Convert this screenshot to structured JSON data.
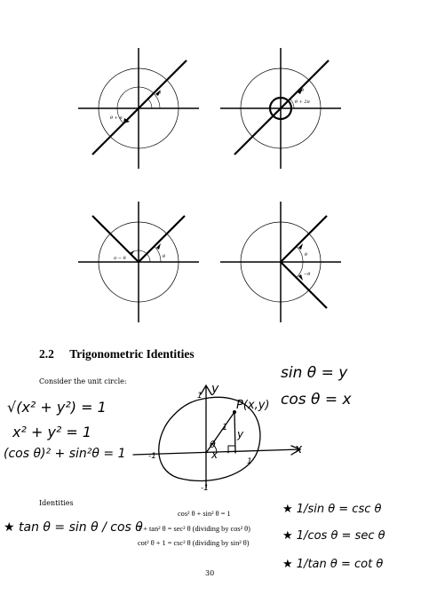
{
  "diagrams": {
    "top_left": {
      "label_theta": "θ",
      "label_theta_plus": "θ + π"
    },
    "top_right": {
      "label_theta": "θ",
      "label_theta_plus": "θ + 2π"
    },
    "bottom_left": {
      "label_theta": "θ",
      "label_pi_minus": "π − θ"
    },
    "bottom_right": {
      "label_theta": "θ",
      "label_neg_theta": "−θ"
    }
  },
  "section": {
    "number": "2.2",
    "title": "Trigonometric Identities"
  },
  "intro": "Consider the unit circle:",
  "handwritten": {
    "sin_def": "sin θ = y",
    "cos_def": "cos θ = x",
    "sqrt_eq": "√(x² + y²) = 1",
    "sq_eq": "x² + y² = 1",
    "pyth_eq": "(cos θ)² + sin²θ = 1",
    "point_label": "P(x,y)",
    "axis_y": "y",
    "axis_x": "x",
    "radius_label": "1",
    "side_y": "y",
    "side_x": "x",
    "angle_label": "θ",
    "tick_neg1_x": "-1",
    "tick_1_x": "1",
    "tick_1_y": "1",
    "tick_neg1_y": "-1",
    "tan_def": "★ tan θ = sin θ / cos θ",
    "csc_def": "★ 1/sin θ = csc θ",
    "sec_def": "★ 1/cos θ = sec θ",
    "cot_def": "★ 1/tan θ = cot θ"
  },
  "identities_label": "Identities",
  "identities": [
    "cos² θ + sin² θ = 1",
    "1 + tan² θ = sec² θ   (dividing by cos² θ)",
    "cot² θ + 1 = csc² θ   (dividing by sin² θ)"
  ],
  "page_number": "30"
}
